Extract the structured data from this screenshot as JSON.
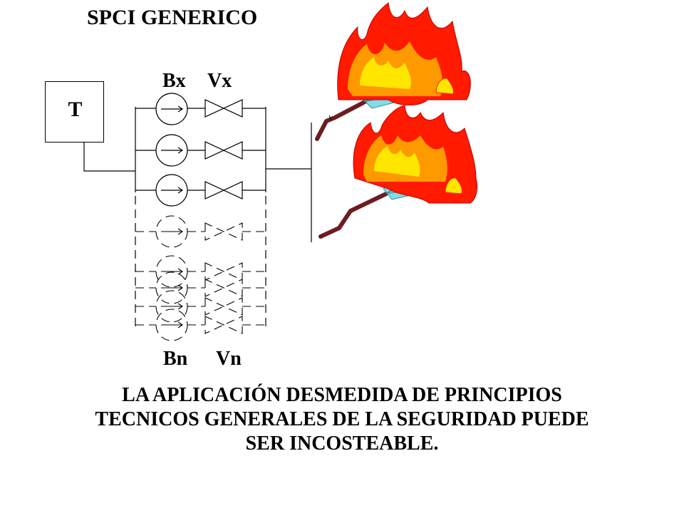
{
  "title": "SPCI GENERICO",
  "tank": {
    "label": "T"
  },
  "labels": {
    "first_pump": "Bx",
    "first_valve": "Vx",
    "last_pump": "Bn",
    "last_valve": "Vn"
  },
  "caption": {
    "lines": [
      "LA APLICACIÓN DESMEDIDA DE PRINCIPIOS",
      "TECNICOS GENERALES DE LA SEGURIDAD PUEDE",
      "SER INCOSTEABLE."
    ]
  },
  "colors": {
    "line": "#000000",
    "flame_outer": "#ff1a00",
    "flame_inner": "#ff9900",
    "flame_core": "#ffe600",
    "spray": "#7fdde6",
    "hose": "#6b1d22"
  }
}
